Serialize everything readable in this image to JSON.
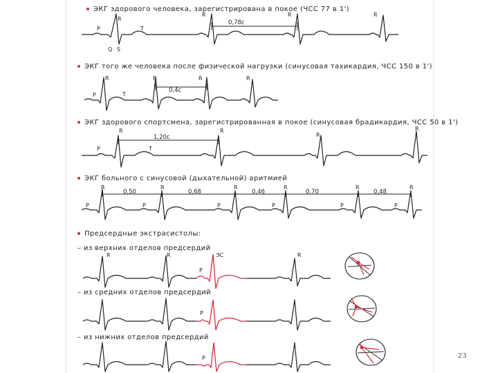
{
  "page_number": "23",
  "sections": [
    {
      "title": "ЭКГ здорового человека, зарегистрирована в покое (ЧСС 77 в 1')",
      "labels": {
        "r": "R",
        "p": "P",
        "t": "T",
        "q": "Q",
        "s": "S"
      },
      "interval": "0,78с"
    },
    {
      "title": "ЭКГ того же человека после физической нагрузки (синусовая тахикардия, ЧСС 150 в 1')",
      "labels": {
        "r": "R",
        "p": "P",
        "t": "T"
      },
      "interval": "0,4с"
    },
    {
      "title": "ЭКГ здорового спортсмена, зарегистрированная в покое (синусовая брадикардия, ЧСС 50 в 1')",
      "labels": {
        "r": "R",
        "p": "P",
        "t": "T"
      },
      "interval": "1,20с"
    },
    {
      "title": "ЭКГ больного с синусовой (дыхательной) аритмией",
      "labels": {
        "r": "R",
        "p": "P"
      },
      "intervals": [
        "0,50",
        "0,68",
        "0,46",
        "0,70",
        "0,48"
      ]
    }
  ],
  "extrasystoles": {
    "title": "Предсердные экстрасистолы:",
    "label_es": "ЭС",
    "label_r": "R",
    "label_p": "P",
    "rows": [
      {
        "label": "– из верхних отделов предсердий"
      },
      {
        "label": "– из средних отделов предсердий"
      },
      {
        "label": "– из нижних отделов предсердий"
      }
    ]
  },
  "colors": {
    "ink": "#222222",
    "accent": "#d03040"
  }
}
